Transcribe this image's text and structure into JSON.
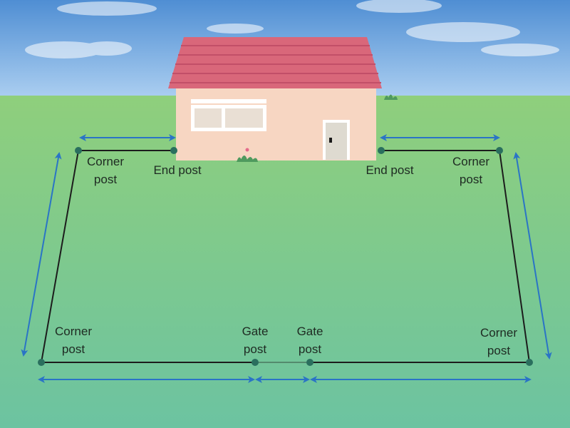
{
  "colors": {
    "sky_top": "#4f8ed3",
    "sky_bottom": "#a9cdf0",
    "grass_top": "#8fcf7c",
    "grass_bottom": "#6cc3a1",
    "fence": "#1c1c1c",
    "post": "#2a6f5e",
    "arrow": "#2a74c6",
    "roof": "#d9677a",
    "wall": "#f7d6c2"
  },
  "labels": {
    "corner_top_left": [
      "Corner",
      "post"
    ],
    "end_left": "End post",
    "end_right": "End post",
    "corner_top_right": [
      "Corner",
      "post"
    ],
    "corner_bottom_left": [
      "Corner",
      "post"
    ],
    "gate_left": [
      "Gate",
      "post"
    ],
    "gate_right": [
      "Gate",
      "post"
    ],
    "corner_bottom_right": [
      "Corner",
      "post"
    ]
  }
}
